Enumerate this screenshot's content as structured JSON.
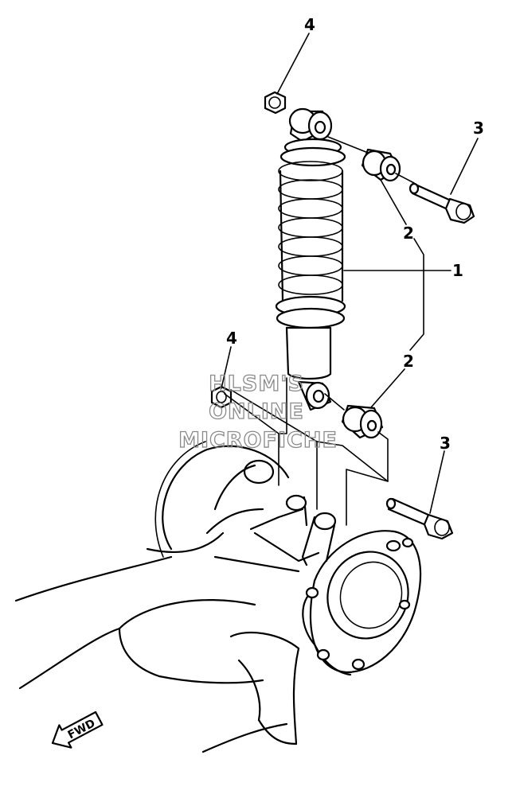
{
  "callouts": {
    "shock_absorber": "1",
    "bushing_upper": "2",
    "bushing_lower": "2",
    "bolt_upper": "3",
    "bolt_lower": "3",
    "nut_upper": "4",
    "nut_lower": "4"
  },
  "watermark": {
    "line1": "HLSM'S",
    "line2": "ONLINE",
    "line3": "MICROFICHE"
  },
  "direction_arrow": {
    "label": "FWD"
  }
}
